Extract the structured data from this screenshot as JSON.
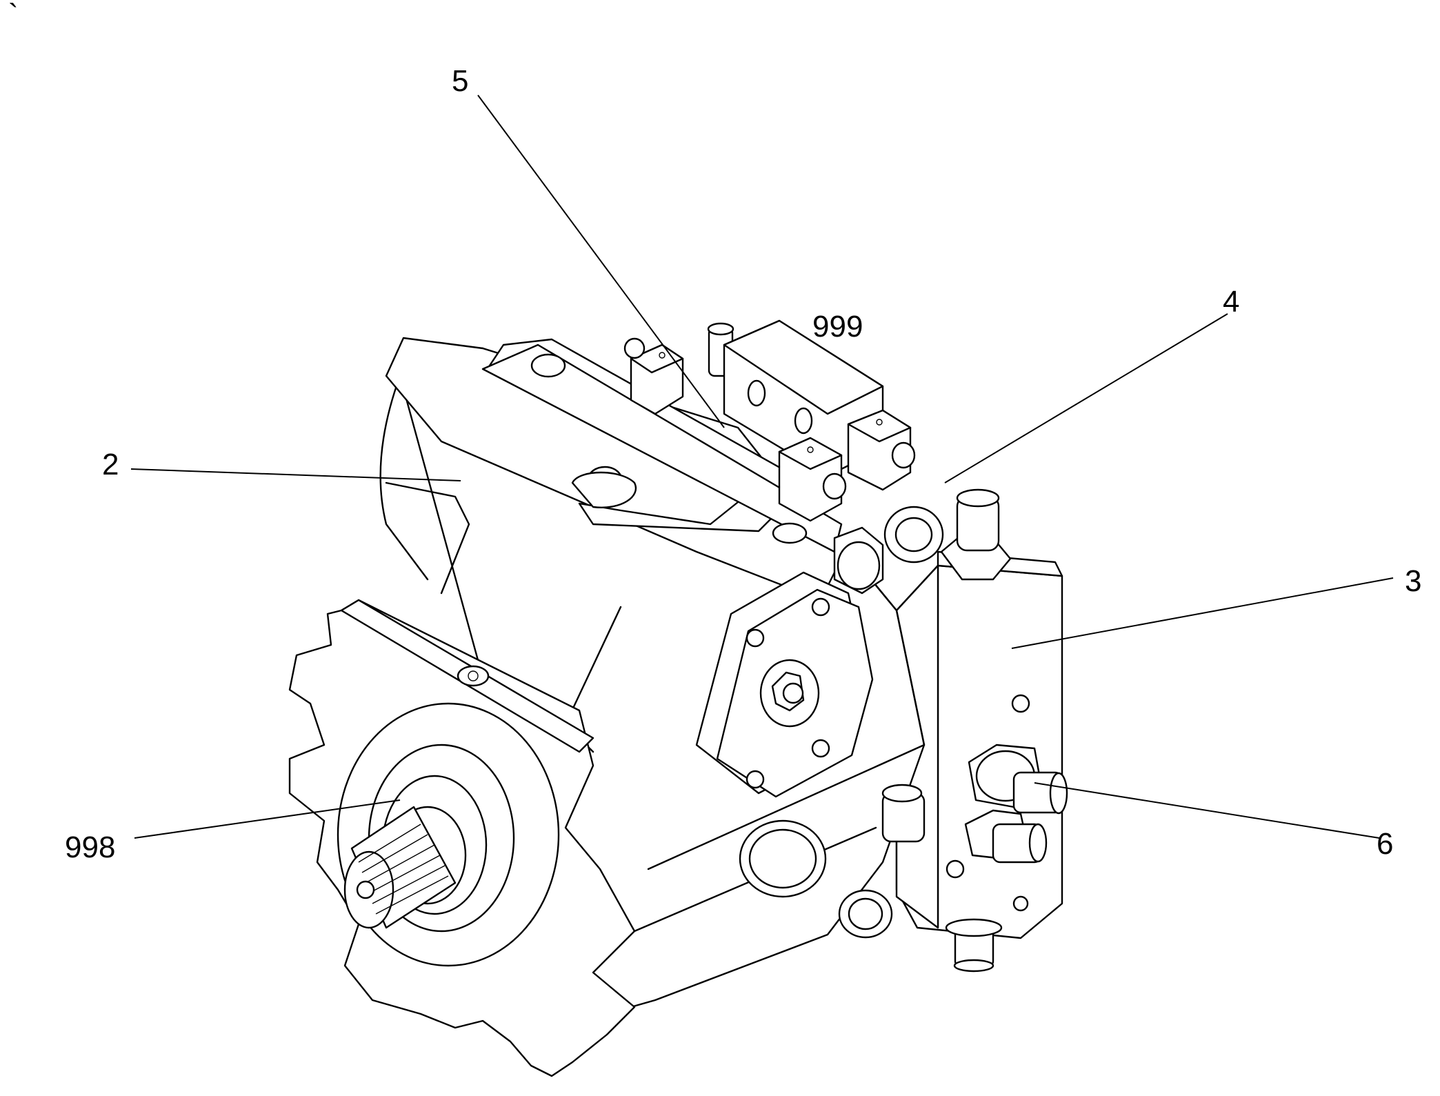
{
  "figure": {
    "corner_mark": "`",
    "callouts": [
      {
        "id": "5",
        "label": "5"
      },
      {
        "id": "999",
        "label": "999"
      },
      {
        "id": "4",
        "label": "4"
      },
      {
        "id": "2",
        "label": "2"
      },
      {
        "id": "3",
        "label": "3"
      },
      {
        "id": "6",
        "label": "6"
      },
      {
        "id": "998",
        "label": "998"
      }
    ]
  }
}
